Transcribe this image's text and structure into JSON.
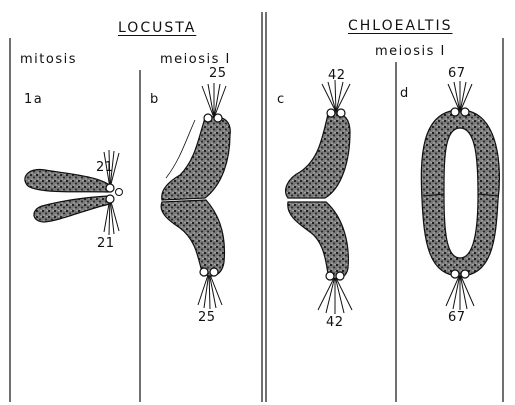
{
  "header": {
    "left_title": "LOCUSTA",
    "right_title": "CHLOEALTIS",
    "left_col1": "mitosis",
    "left_col2": "meiosis I",
    "right_sub": "meiosis I"
  },
  "panels": {
    "a": {
      "label": "1a",
      "top_count": "21",
      "bottom_count": "21"
    },
    "b": {
      "label": "b",
      "top_count": "25",
      "bottom_count": "25"
    },
    "c": {
      "label": "c",
      "top_count": "42",
      "bottom_count": "42"
    },
    "d": {
      "label": "d",
      "top_count": "67",
      "bottom_count": "67"
    }
  }
}
